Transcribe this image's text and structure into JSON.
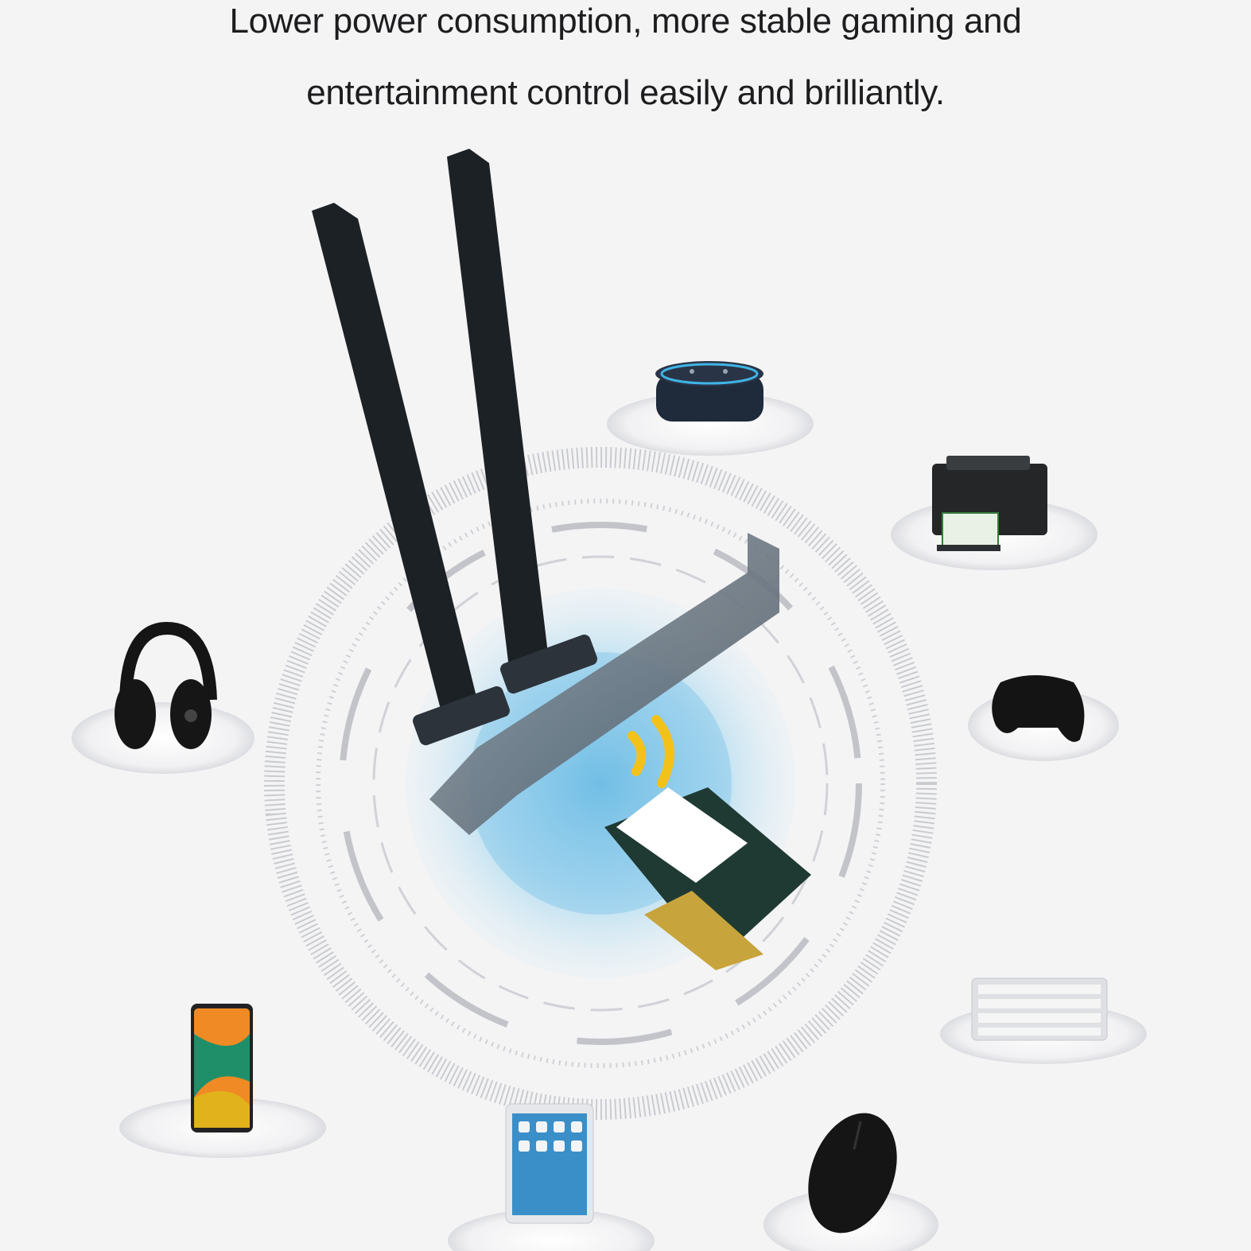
{
  "headline": {
    "line1": "Lower power consumption, more stable gaming and",
    "line2": "entertainment control easily and brilliantly."
  },
  "illustration": {
    "product": "dual-antenna PCIe wireless card",
    "devices": [
      "smart-speaker",
      "printer",
      "headphones",
      "gamepad",
      "smartphone",
      "keyboard",
      "tablet",
      "mouse"
    ]
  },
  "colors": {
    "background": "#f4f4f5",
    "text": "#1d1d1f",
    "signal_glow": "#8fd0ee",
    "antenna": "#1c2126",
    "bracket": "#62707c",
    "pcb": "#1f3a33",
    "wave": "#f3c21a",
    "ring": "#c4c6cc"
  }
}
